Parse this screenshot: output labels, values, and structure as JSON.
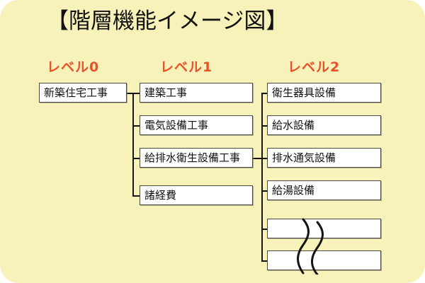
{
  "diagram": {
    "title": "【階層機能イメージ図】",
    "background_color": "#f6f2ba",
    "accent_color": "#e8512b",
    "box_border_color": "#4a4a42",
    "line_color": "#141410",
    "columns": [
      {
        "label": "レベル0"
      },
      {
        "label": "レベル1"
      },
      {
        "label": "レベル2"
      }
    ],
    "level0": [
      {
        "label": "新築住宅工事"
      }
    ],
    "level1": [
      {
        "label": "建築工事"
      },
      {
        "label": "電気設備工事"
      },
      {
        "label": "給排水衛生設備工事"
      },
      {
        "label": "諸経費"
      }
    ],
    "level2": [
      {
        "label": "衛生器具設備"
      },
      {
        "label": "給水設備"
      },
      {
        "label": "排水通気設備"
      },
      {
        "label": "給湯設備"
      },
      {
        "label": ""
      },
      {
        "label": ""
      }
    ],
    "break_symbol": "continuation-wave"
  }
}
